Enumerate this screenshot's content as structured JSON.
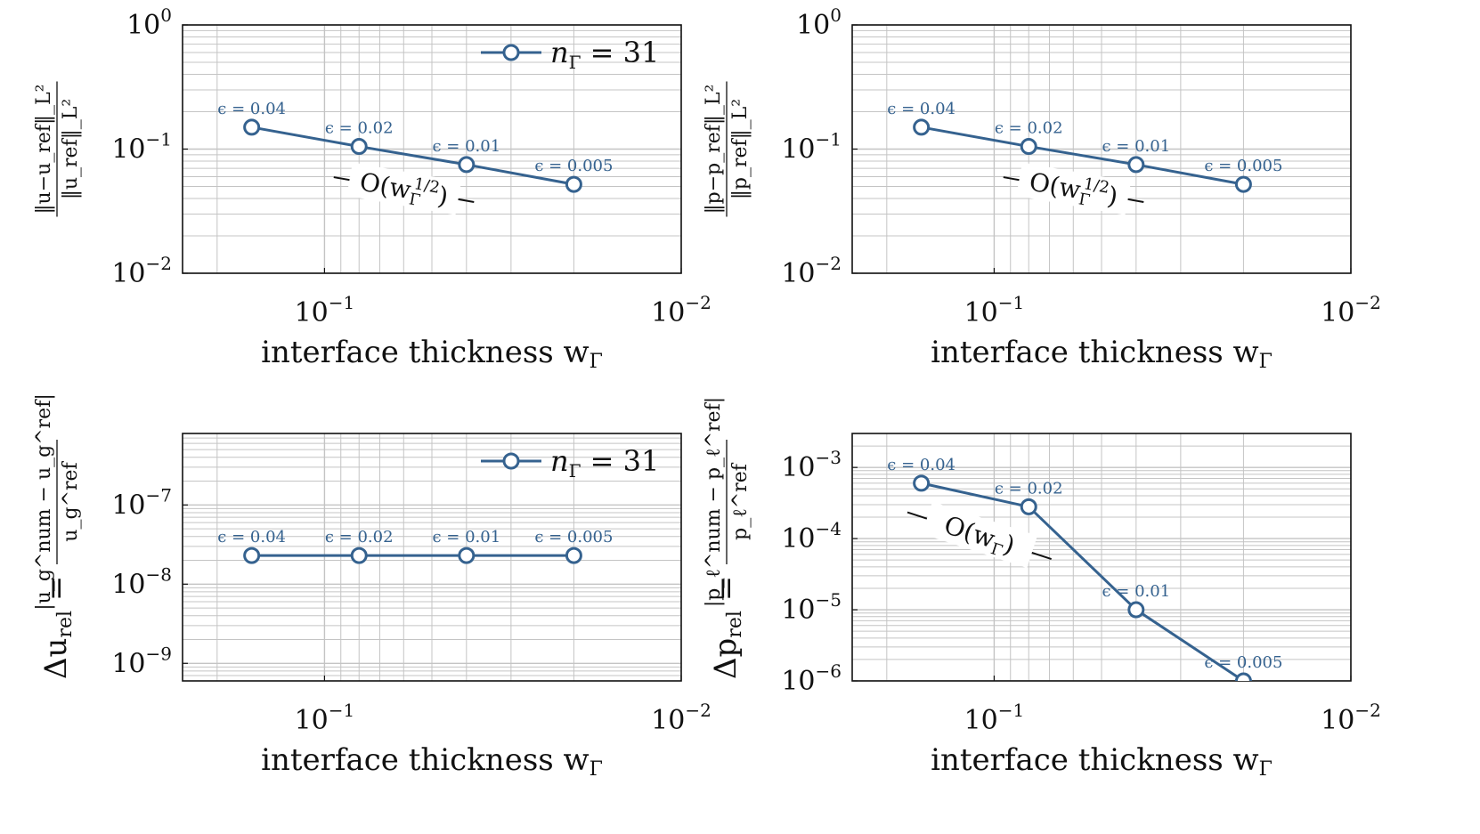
{
  "colors": {
    "series": "#35628f",
    "grid": "#c4c4c4",
    "axis": "#111111"
  },
  "chart_data": [
    {
      "type": "line",
      "xscale": "log-reversed",
      "yscale": "log",
      "xlim": [
        0.25,
        0.01
      ],
      "ylim": [
        0.01,
        1
      ],
      "xticks": [
        {
          "value": 0.1,
          "base": "10",
          "exp": "−1"
        },
        {
          "value": 0.01,
          "base": "10",
          "exp": "−2"
        }
      ],
      "yticks": [
        {
          "value": 1,
          "base": "10",
          "exp": "0"
        },
        {
          "value": 0.1,
          "base": "10",
          "exp": "−1"
        },
        {
          "value": 0.01,
          "base": "10",
          "exp": "−2"
        }
      ],
      "xlabel": "interface thickness w",
      "xlabel_sub": "Γ",
      "ylabel": {
        "num": "‖u−u_ref‖_L²",
        "den": "‖u_ref‖_L²"
      },
      "grid": true,
      "legend": {
        "position": "top-right",
        "label": "n",
        "sub": "Γ",
        "tail": "= 31"
      },
      "series": [
        {
          "x": [
            0.16,
            0.08,
            0.04,
            0.02
          ],
          "y": [
            0.15,
            0.105,
            0.075,
            0.052
          ],
          "point_labels": [
            "ϵ = 0.04",
            "ϵ = 0.02",
            "ϵ = 0.01",
            "ϵ = 0.005"
          ]
        }
      ],
      "slope": {
        "text": "O(w",
        "sub": "Γ",
        "sup": "1/2",
        "tail": ")"
      }
    },
    {
      "type": "line",
      "xscale": "log-reversed",
      "yscale": "log",
      "xlim": [
        0.25,
        0.01
      ],
      "ylim": [
        0.01,
        1
      ],
      "xticks": [
        {
          "value": 0.1,
          "base": "10",
          "exp": "−1"
        },
        {
          "value": 0.01,
          "base": "10",
          "exp": "−2"
        }
      ],
      "yticks": [
        {
          "value": 1,
          "base": "10",
          "exp": "0"
        },
        {
          "value": 0.1,
          "base": "10",
          "exp": "−1"
        },
        {
          "value": 0.01,
          "base": "10",
          "exp": "−2"
        }
      ],
      "xlabel": "interface thickness w",
      "xlabel_sub": "Γ",
      "ylabel": {
        "num": "‖p−p_ref‖_L²",
        "den": "‖p_ref‖_L²"
      },
      "grid": true,
      "series": [
        {
          "x": [
            0.16,
            0.08,
            0.04,
            0.02
          ],
          "y": [
            0.15,
            0.105,
            0.075,
            0.052
          ],
          "point_labels": [
            "ϵ = 0.04",
            "ϵ = 0.02",
            "ϵ = 0.01",
            "ϵ = 0.005"
          ]
        }
      ],
      "slope": {
        "text": "O(w",
        "sub": "Γ",
        "sup": "1/2",
        "tail": ")"
      }
    },
    {
      "type": "line",
      "xscale": "log-reversed",
      "yscale": "log",
      "xlim": [
        0.25,
        0.01
      ],
      "ylim": [
        6e-10,
        8e-07
      ],
      "xticks": [
        {
          "value": 0.1,
          "base": "10",
          "exp": "−1"
        },
        {
          "value": 0.01,
          "base": "10",
          "exp": "−2"
        }
      ],
      "yticks": [
        {
          "value": 1e-07,
          "base": "10",
          "exp": "−7"
        },
        {
          "value": 1e-08,
          "base": "10",
          "exp": "−8"
        },
        {
          "value": 1e-09,
          "base": "10",
          "exp": "−9"
        }
      ],
      "xlabel": "interface thickness w",
      "xlabel_sub": "Γ",
      "ylabel": {
        "lhs": "Δu",
        "lhs_sub": "rel",
        "eq": "=",
        "num": "|u_g^num − u_g^ref|",
        "den": "u_g^ref"
      },
      "grid": true,
      "legend": {
        "position": "top-right",
        "label": "n",
        "sub": "Γ",
        "tail": "= 31"
      },
      "series": [
        {
          "x": [
            0.16,
            0.08,
            0.04,
            0.02
          ],
          "y": [
            2.3e-08,
            2.3e-08,
            2.3e-08,
            2.3e-08
          ],
          "point_labels": [
            "ϵ = 0.04",
            "ϵ = 0.02",
            "ϵ = 0.01",
            "ϵ = 0.005"
          ]
        }
      ]
    },
    {
      "type": "line",
      "xscale": "log-reversed",
      "yscale": "log",
      "xlim": [
        0.25,
        0.01
      ],
      "ylim": [
        1e-06,
        0.003
      ],
      "xticks": [
        {
          "value": 0.1,
          "base": "10",
          "exp": "−1"
        },
        {
          "value": 0.01,
          "base": "10",
          "exp": "−2"
        }
      ],
      "yticks": [
        {
          "value": 0.001,
          "base": "10",
          "exp": "−3"
        },
        {
          "value": 0.0001,
          "base": "10",
          "exp": "−4"
        },
        {
          "value": 1e-05,
          "base": "10",
          "exp": "−5"
        },
        {
          "value": 1e-06,
          "base": "10",
          "exp": "−6"
        }
      ],
      "xlabel": "interface thickness w",
      "xlabel_sub": "Γ",
      "ylabel": {
        "lhs": "Δp",
        "lhs_sub": "rel",
        "eq": "=",
        "num": "|p_ℓ^num − p_ℓ^ref|",
        "den": "p_ℓ^ref"
      },
      "grid": true,
      "series": [
        {
          "x": [
            0.16,
            0.08,
            0.04,
            0.02
          ],
          "y": [
            0.0006,
            0.00028,
            1e-05,
            1e-06
          ],
          "point_labels": [
            "ϵ = 0.04",
            "ϵ = 0.02",
            "ϵ = 0.01",
            "ϵ = 0.005"
          ]
        }
      ],
      "slope": {
        "text": "O(w",
        "sub": "Γ",
        "sup": "",
        "tail": ")"
      }
    }
  ]
}
